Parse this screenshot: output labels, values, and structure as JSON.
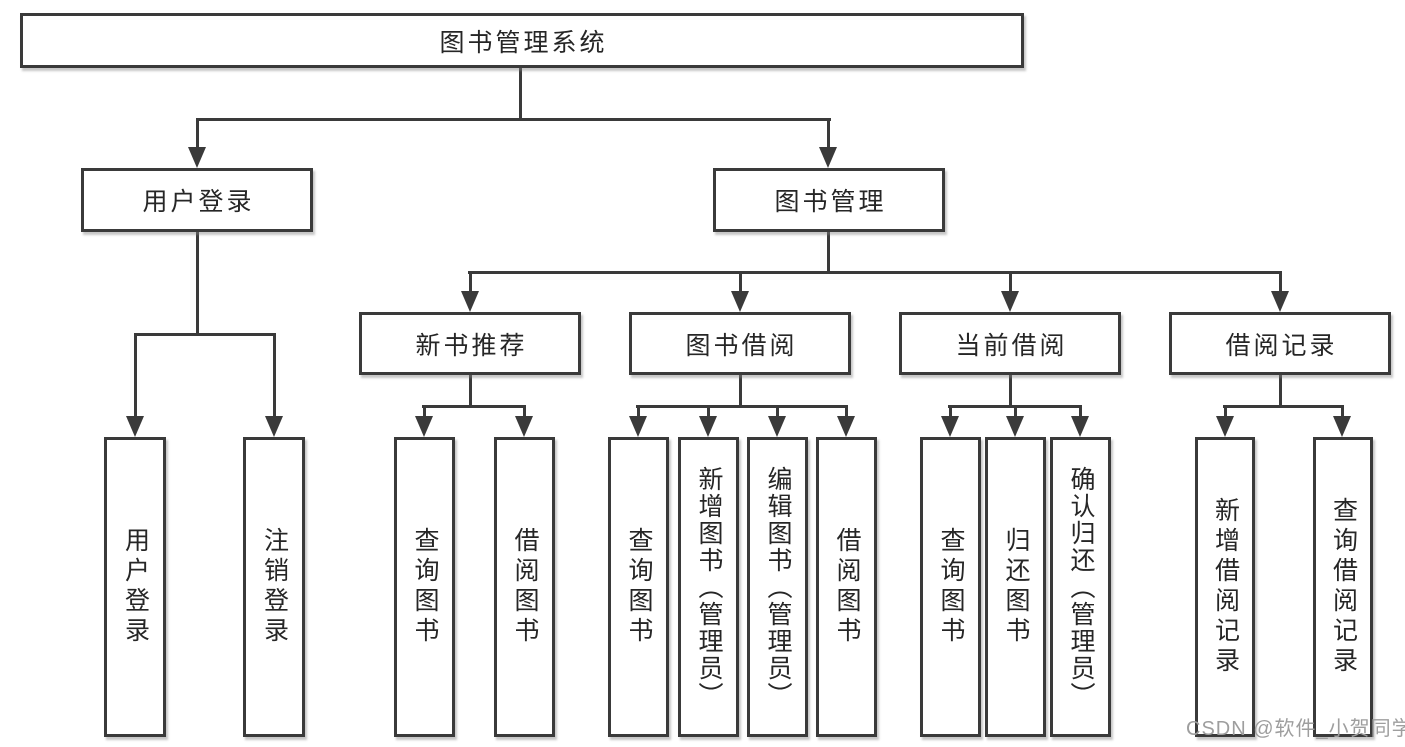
{
  "diagram": {
    "title": "图书管理系统",
    "nodes": {
      "root": "图书管理系统",
      "user_login": "用户登录",
      "book_management": "图书管理",
      "user_login_leaf": "用户登录",
      "logout_leaf": "注销登录",
      "new_book_recommend": "新书推荐",
      "book_borrow": "图书借阅",
      "current_borrow": "当前借阅",
      "borrow_records": "借阅记录",
      "nb_query_books": "查询图书",
      "nb_borrow_books": "借阅图书",
      "bb_query_books": "查询图书",
      "bb_add_books": "新增图书（管理员）",
      "bb_edit_books": "编辑图书（管理员）",
      "bb_borrow_books": "借阅图书",
      "cb_query_books": "查询图书",
      "cb_return_books": "归还图书",
      "cb_confirm_return": "确认归还（管理员）",
      "br_add_record": "新增借阅记录",
      "br_query_record": "查询借阅记录"
    }
  },
  "watermark": {
    "text": "CSDN @软件_小贺同学",
    "color": "#9e9e9e"
  },
  "colors": {
    "line": "#3a3a3a",
    "text": "#262626",
    "background": "#ffffff"
  }
}
